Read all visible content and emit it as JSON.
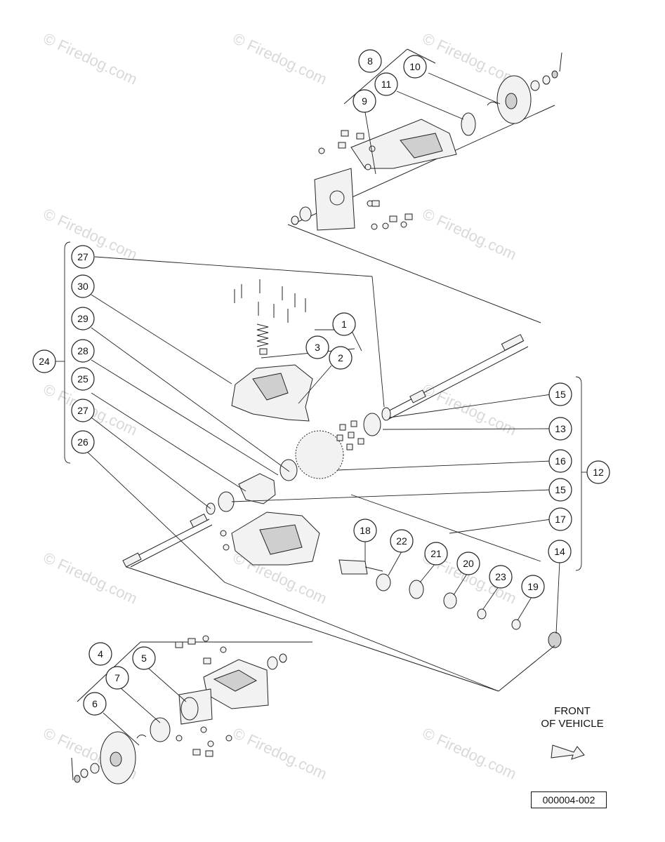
{
  "callouts": [
    "1",
    "2",
    "3",
    "4",
    "5",
    "6",
    "7",
    "8",
    "9",
    "10",
    "11",
    "12",
    "13",
    "14",
    "15",
    "16",
    "17",
    "18",
    "19",
    "20",
    "21",
    "22",
    "23",
    "24",
    "25",
    "26",
    "27",
    "28",
    "29",
    "30"
  ],
  "front_label_line1": "FRONT",
  "front_label_line2": "OF VEHICLE",
  "doc_code": "000004-002",
  "watermark": "© Firedog.com"
}
